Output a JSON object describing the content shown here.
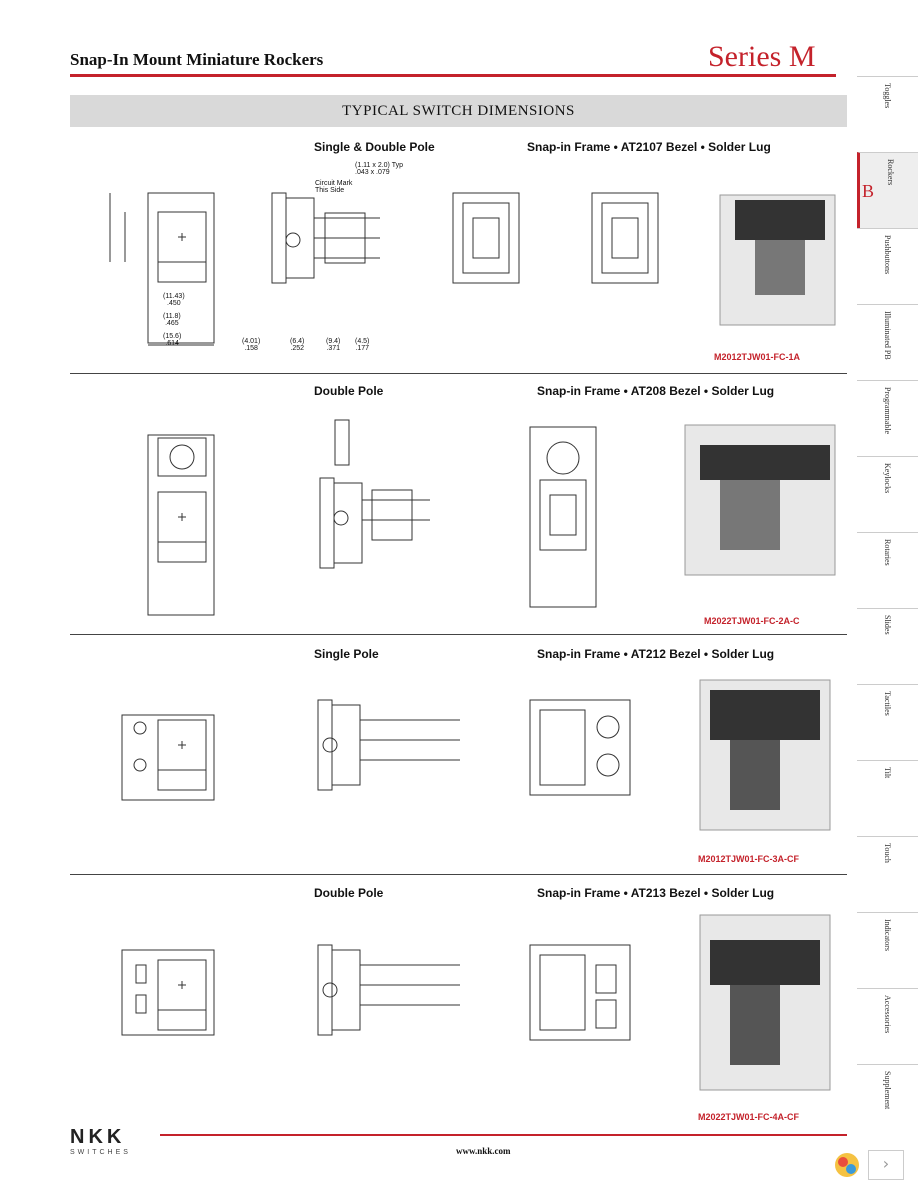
{
  "header": {
    "title": "Snap-In Mount Miniature Rockers",
    "series": "Series M"
  },
  "banner": "TYPICAL SWITCH DIMENSIONS",
  "sections": [
    {
      "left_caption": "Single & Double Pole",
      "right_caption": "Snap-in Frame • AT2107 Bezel  • Solder Lug",
      "part": "M2012TJW01-FC-1A"
    },
    {
      "left_caption": "Double Pole",
      "right_caption": "Snap-in Frame • AT208 Bezel  • Solder Lug",
      "part": "M2022TJW01-FC-2A-C"
    },
    {
      "left_caption": "Single Pole",
      "right_caption": "Snap-in Frame • AT212 Bezel  • Solder Lug",
      "part": "M2012TJW01-FC-3A-CF"
    },
    {
      "left_caption": "Double Pole",
      "right_caption": "Snap-in Frame • AT213 Bezel  • Solder Lug",
      "part": "M2022TJW01-FC-4A-CF"
    }
  ],
  "tabs": [
    {
      "label": "Toggles"
    },
    {
      "label": "Rockers",
      "letter": "B"
    },
    {
      "label": "Pushbuttons"
    },
    {
      "label": "Illuminated PB"
    },
    {
      "label": "Programmable"
    },
    {
      "label": "Keylocks"
    },
    {
      "label": "Rotaries"
    },
    {
      "label": "Slides"
    },
    {
      "label": "Tactiles"
    },
    {
      "label": "Tilt"
    },
    {
      "label": "Touch"
    },
    {
      "label": "Indicators"
    },
    {
      "label": "Accessories"
    },
    {
      "label": "Supplement"
    }
  ],
  "dims": {
    "d1": "(11.43)\n.450",
    "d2": "(11.8)\n.465",
    "d3": "(15.6)\n.614",
    "d4": "(4.01)\n.158",
    "d5": "(6.4)\n.252",
    "d6": "(9.4)\n.371",
    "d7": "(4.5)\n.177",
    "d8": "(1.11 x 2.0) Typ\n.043 x .079",
    "d9": "Circuit Mark\nThis Side"
  },
  "footer": {
    "brand": "NKK",
    "brand_sub": "SWITCHES",
    "url": "www.nkk.com"
  },
  "nav": {
    "next": "›"
  }
}
